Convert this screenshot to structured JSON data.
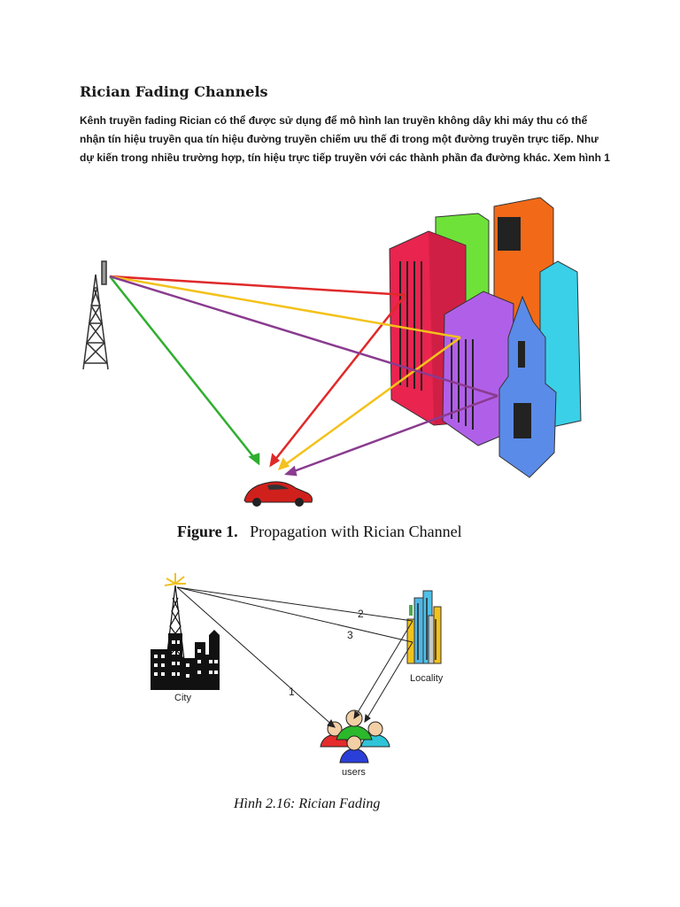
{
  "document": {
    "heading": "Rician Fading Channels",
    "paragraph_lines": [
      "Kênh truyền fading Rician có thể được sử dụng để mô hình lan truyền không dây khi máy thu có thể",
      "nhận tín hiệu truyền qua tín hiệu đường truyền chiếm ưu thế đi trong một đường truyền trực tiếp. Như",
      "dự kiến trong nhiều trường hợp, tín hiệu trực tiếp truyền với các thành phần đa đường khác. Xem hình 1"
    ]
  },
  "figure1": {
    "caption_label": "Figure 1.",
    "caption_text": "Propagation with Rician Channel",
    "colors": {
      "red": "#e02929",
      "yellow": "#f3c21b",
      "purple": "#8a3b8f",
      "green": "#2fae2f"
    }
  },
  "figure2": {
    "labels": {
      "city": "City",
      "locality": "Locality",
      "users": "users"
    },
    "path_numbers": [
      "1",
      "2",
      "3"
    ],
    "caption": "Hình 2.16:  Rician Fading"
  }
}
